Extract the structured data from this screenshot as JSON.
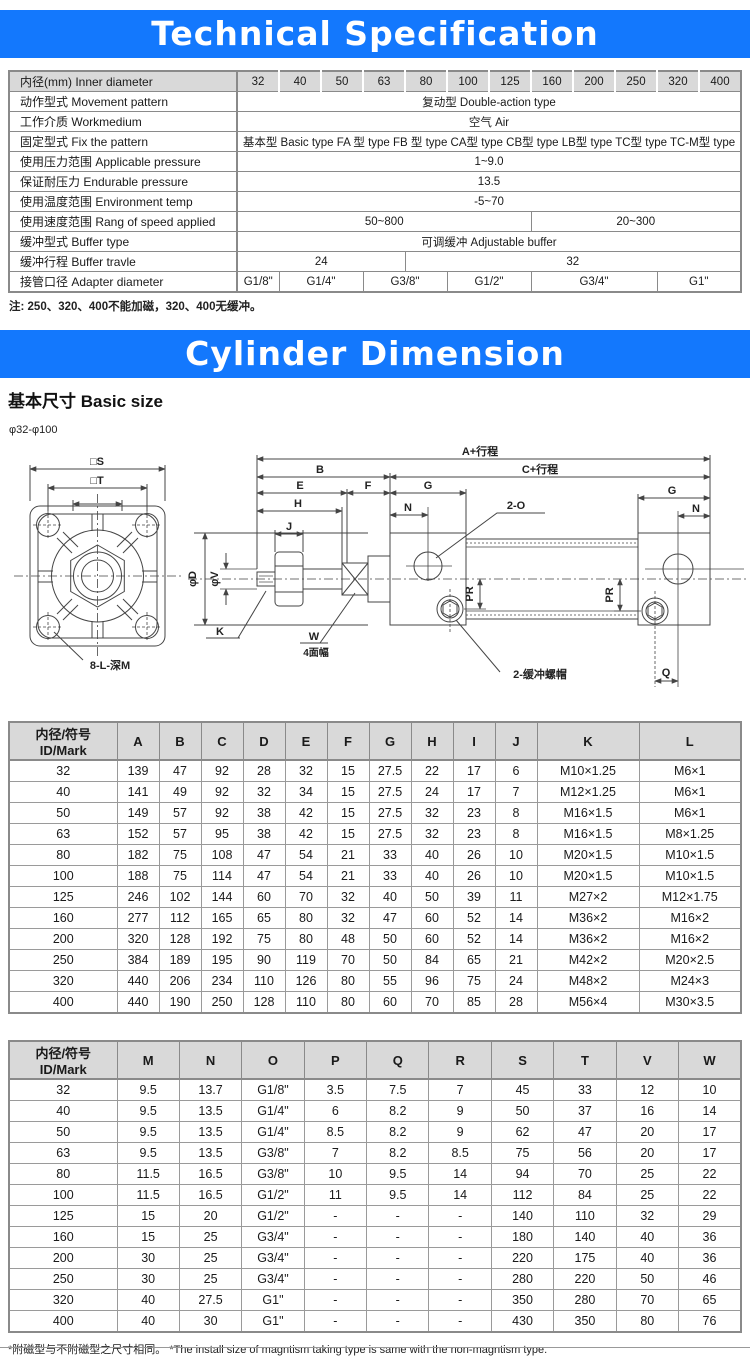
{
  "banner1": "Technical Specification",
  "banner2": "Cylinder Dimension",
  "colors": {
    "banner_blue": "#1378fd",
    "header_gray": "#d9d9d9"
  },
  "section": {
    "title": "基本尺寸 Basic size",
    "subtitle": "φ32-φ100"
  },
  "spec_note": "注: 250、320、400不能加磁，320、400无缓冲。",
  "footer_note": "*附磁型与不附磁型之尺寸相同。 *The install size of magntism taking type is same with the non-magntism type.",
  "spec_table": {
    "rows": [
      {
        "label": "内径(mm) Inner diameter",
        "values": [
          {
            "t": "32"
          },
          {
            "t": "40"
          },
          {
            "t": "50"
          },
          {
            "t": "63"
          },
          {
            "t": "80"
          },
          {
            "t": "100"
          },
          {
            "t": "125"
          },
          {
            "t": "160"
          },
          {
            "t": "200"
          },
          {
            "t": "250"
          },
          {
            "t": "320"
          },
          {
            "t": "400"
          }
        ]
      },
      {
        "label": "动作型式 Movement pattern",
        "values": [
          {
            "t": "复动型 Double-action type",
            "span": 12
          }
        ]
      },
      {
        "label": "工作介质 Workmedium",
        "values": [
          {
            "t": "空气 Air",
            "span": 12
          }
        ]
      },
      {
        "label": "固定型式 Fix the pattern",
        "values": [
          {
            "t": "基本型 Basic type  FA 型 type  FB 型 type  CA型 type  CB型 type  LB型 type  TC型 type  TC-M型 type",
            "span": 12
          }
        ]
      },
      {
        "label": "使用压力范围 Applicable pressure",
        "values": [
          {
            "t": "1~9.0",
            "span": 12
          }
        ]
      },
      {
        "label": "保证耐压力 Endurable pressure",
        "values": [
          {
            "t": "13.5",
            "span": 12
          }
        ]
      },
      {
        "label": "使用温度范围 Environment temp",
        "values": [
          {
            "t": "-5~70",
            "span": 12
          }
        ]
      },
      {
        "label": "使用速度范围 Rang of speed applied",
        "values": [
          {
            "t": "50~800",
            "span": 7
          },
          {
            "t": "20~300",
            "span": 5
          }
        ]
      },
      {
        "label": "缓冲型式 Buffer type",
        "values": [
          {
            "t": "可调缓冲 Adjustable buffer",
            "span": 12
          }
        ]
      },
      {
        "label": "缓冲行程 Buffer travle",
        "values": [
          {
            "t": "24",
            "span": 4
          },
          {
            "t": "32",
            "span": 8
          }
        ]
      },
      {
        "label": "接管口径 Adapter diameter",
        "values": [
          {
            "t": "G1/8\""
          },
          {
            "t": "G1/4\"",
            "span": 2
          },
          {
            "t": "G3/8\"",
            "span": 2
          },
          {
            "t": "G1/2\"",
            "span": 2
          },
          {
            "t": "G3/4\"",
            "span": 3
          },
          {
            "t": "G1\"",
            "span": 2
          }
        ]
      }
    ]
  },
  "diagram": {
    "sq_s": "□S",
    "sq_t": "□T",
    "holes": "8-L-深M",
    "dim_a": "A+行程",
    "dim_b": "B",
    "dim_c": "C+行程",
    "dim_e": "E",
    "dim_f": "F",
    "dim_g_left": "G",
    "dim_g_right": "G",
    "dim_h": "H",
    "dim_j": "J",
    "dim_n_left": "N",
    "dim_n_right": "N",
    "port": "2-O",
    "phi_d": "φD",
    "phi_v": "φV",
    "dim_k": "K",
    "dim_w": "W",
    "w_note": "4面幅",
    "pr_left": "PR",
    "pr_right": "PR",
    "buffer_note": "2-缓冲螺帽",
    "dim_q": "Q"
  },
  "dim_table1": {
    "header": [
      "内径/符号 ID/Mark",
      "A",
      "B",
      "C",
      "D",
      "E",
      "F",
      "G",
      "H",
      "I",
      "J",
      "K",
      "L"
    ],
    "rows": [
      [
        "32",
        "139",
        "47",
        "92",
        "28",
        "32",
        "15",
        "27.5",
        "22",
        "17",
        "6",
        "M10×1.25",
        "M6×1"
      ],
      [
        "40",
        "141",
        "49",
        "92",
        "32",
        "34",
        "15",
        "27.5",
        "24",
        "17",
        "7",
        "M12×1.25",
        "M6×1"
      ],
      [
        "50",
        "149",
        "57",
        "92",
        "38",
        "42",
        "15",
        "27.5",
        "32",
        "23",
        "8",
        "M16×1.5",
        "M6×1"
      ],
      [
        "63",
        "152",
        "57",
        "95",
        "38",
        "42",
        "15",
        "27.5",
        "32",
        "23",
        "8",
        "M16×1.5",
        "M8×1.25"
      ],
      [
        "80",
        "182",
        "75",
        "108",
        "47",
        "54",
        "21",
        "33",
        "40",
        "26",
        "10",
        "M20×1.5",
        "M10×1.5"
      ],
      [
        "100",
        "188",
        "75",
        "114",
        "47",
        "54",
        "21",
        "33",
        "40",
        "26",
        "10",
        "M20×1.5",
        "M10×1.5"
      ],
      [
        "125",
        "246",
        "102",
        "144",
        "60",
        "70",
        "32",
        "40",
        "50",
        "39",
        "11",
        "M27×2",
        "M12×1.75"
      ],
      [
        "160",
        "277",
        "112",
        "165",
        "65",
        "80",
        "32",
        "47",
        "60",
        "52",
        "14",
        "M36×2",
        "M16×2"
      ],
      [
        "200",
        "320",
        "128",
        "192",
        "75",
        "80",
        "48",
        "50",
        "60",
        "52",
        "14",
        "M36×2",
        "M16×2"
      ],
      [
        "250",
        "384",
        "189",
        "195",
        "90",
        "119",
        "70",
        "50",
        "84",
        "65",
        "21",
        "M42×2",
        "M20×2.5"
      ],
      [
        "320",
        "440",
        "206",
        "234",
        "110",
        "126",
        "80",
        "55",
        "96",
        "75",
        "24",
        "M48×2",
        "M24×3"
      ],
      [
        "400",
        "440",
        "190",
        "250",
        "128",
        "110",
        "80",
        "60",
        "70",
        "85",
        "28",
        "M56×4",
        "M30×3.5"
      ]
    ]
  },
  "dim_table2": {
    "header": [
      "内径/符号 ID/Mark",
      "M",
      "N",
      "O",
      "P",
      "Q",
      "R",
      "S",
      "T",
      "V",
      "W"
    ],
    "rows": [
      [
        "32",
        "9.5",
        "13.7",
        "G1/8\"",
        "3.5",
        "7.5",
        "7",
        "45",
        "33",
        "12",
        "10"
      ],
      [
        "40",
        "9.5",
        "13.5",
        "G1/4\"",
        "6",
        "8.2",
        "9",
        "50",
        "37",
        "16",
        "14"
      ],
      [
        "50",
        "9.5",
        "13.5",
        "G1/4\"",
        "8.5",
        "8.2",
        "9",
        "62",
        "47",
        "20",
        "17"
      ],
      [
        "63",
        "9.5",
        "13.5",
        "G3/8\"",
        "7",
        "8.2",
        "8.5",
        "75",
        "56",
        "20",
        "17"
      ],
      [
        "80",
        "11.5",
        "16.5",
        "G3/8\"",
        "10",
        "9.5",
        "14",
        "94",
        "70",
        "25",
        "22"
      ],
      [
        "100",
        "11.5",
        "16.5",
        "G1/2\"",
        "11",
        "9.5",
        "14",
        "112",
        "84",
        "25",
        "22"
      ],
      [
        "125",
        "15",
        "20",
        "G1/2\"",
        "-",
        "-",
        "-",
        "140",
        "110",
        "32",
        "29"
      ],
      [
        "160",
        "15",
        "25",
        "G3/4\"",
        "-",
        "-",
        "-",
        "180",
        "140",
        "40",
        "36"
      ],
      [
        "200",
        "30",
        "25",
        "G3/4\"",
        "-",
        "-",
        "-",
        "220",
        "175",
        "40",
        "36"
      ],
      [
        "250",
        "30",
        "25",
        "G3/4\"",
        "-",
        "-",
        "-",
        "280",
        "220",
        "50",
        "46"
      ],
      [
        "320",
        "40",
        "27.5",
        "G1\"",
        "-",
        "-",
        "-",
        "350",
        "280",
        "70",
        "65"
      ],
      [
        "400",
        "40",
        "30",
        "G1\"",
        "-",
        "-",
        "-",
        "430",
        "350",
        "80",
        "76"
      ]
    ]
  }
}
